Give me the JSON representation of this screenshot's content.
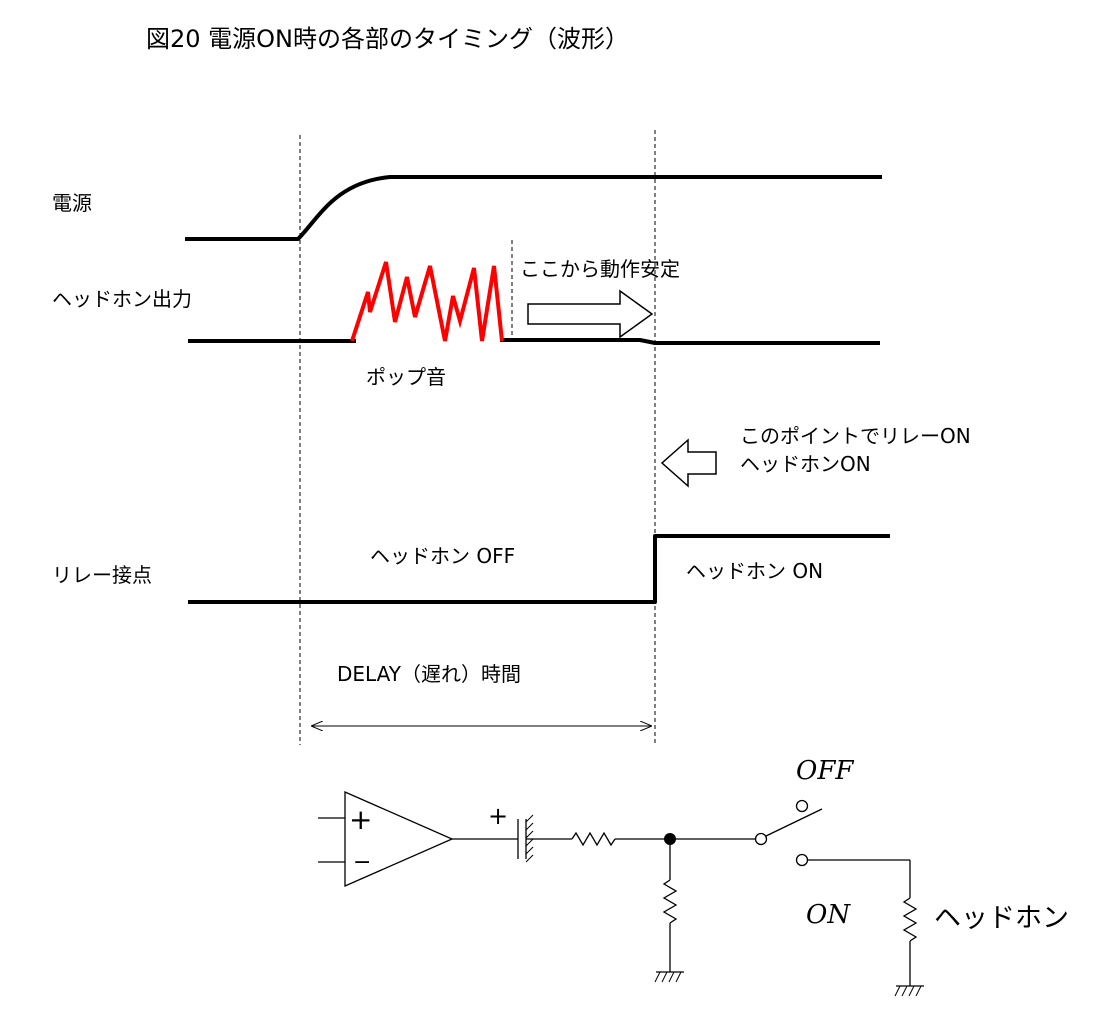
{
  "title": "図20 電源ON時の各部のタイミング（波形）",
  "rows": {
    "power_label": "電源",
    "headphone_output_label": "ヘッドホン出力",
    "relay_contact_label": "リレー接点"
  },
  "annotations": {
    "pop_noise": "ポップ音",
    "stable_from_here": "ここから動作安定",
    "relay_point_line1": "このポイントでリレーON",
    "relay_point_line2": "ヘッドホンON",
    "headphone_off": "ヘッドホン OFF",
    "headphone_on": "ヘッドホン ON",
    "delay_time": "DELAY（遅れ）時間"
  },
  "circuit": {
    "opamp_plus": "+",
    "opamp_minus": "−",
    "cap_plus": "+",
    "switch_off": "OFF",
    "switch_on": "ON",
    "headphone": "ヘッドホン"
  },
  "colors": {
    "waveform": "#000000",
    "pop_noise": "#ff0000",
    "guide": "#000000"
  }
}
